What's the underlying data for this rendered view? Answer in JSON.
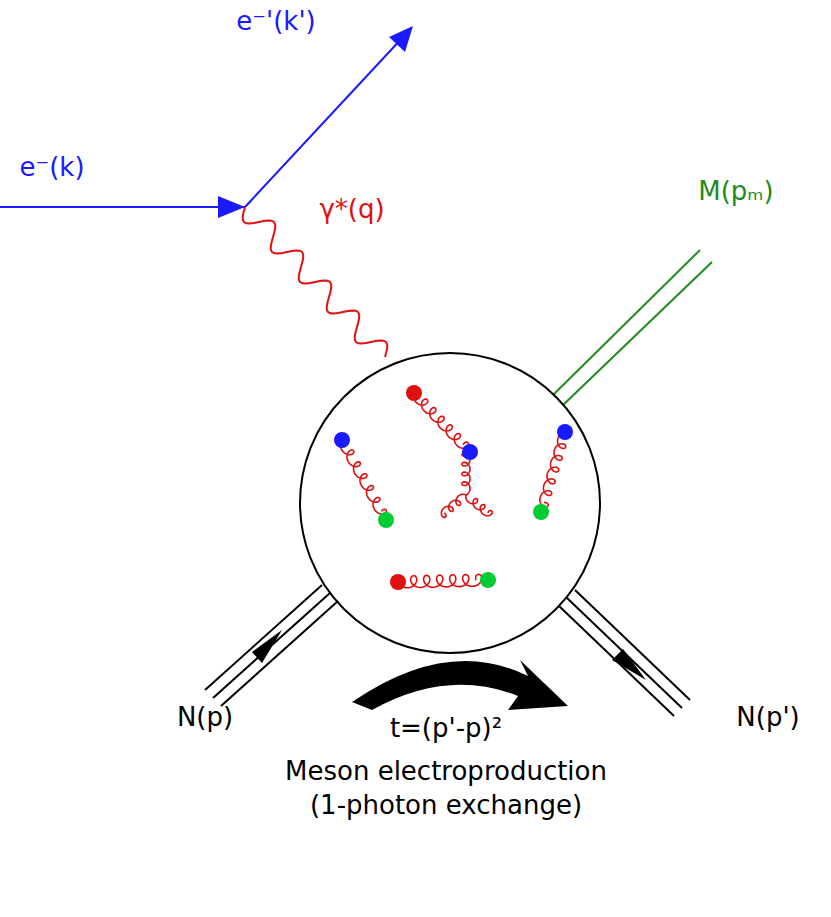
{
  "diagram": {
    "labels": [
      "e⁻(k)",
      "e⁻'(k')",
      "γ*(q)",
      "M(pₘ)",
      "N(p)",
      "N(p')",
      "t=(p'-p)²",
      "Meson electroproduction",
      "(1-photon exchange)"
    ]
  }
}
